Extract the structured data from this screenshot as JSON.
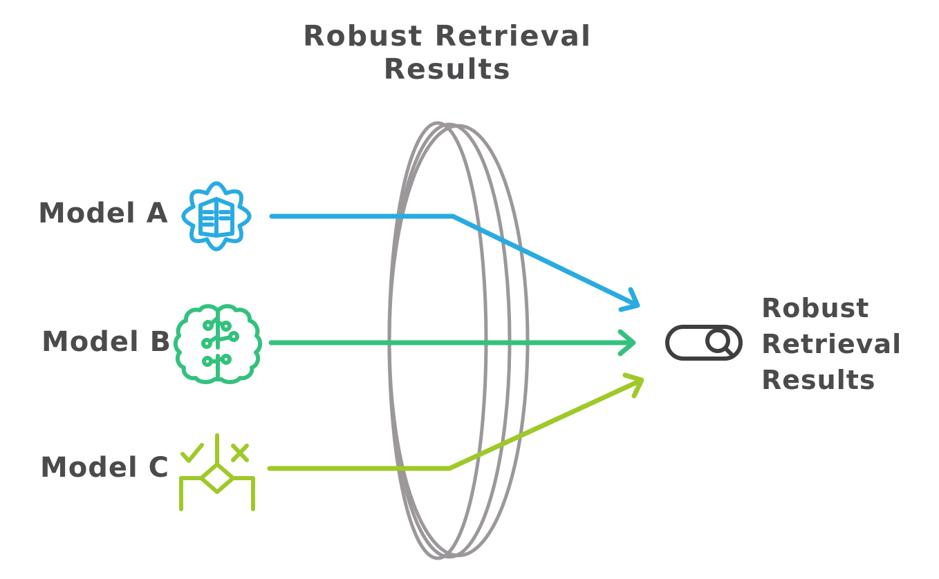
{
  "title": "Robust Retrieval Results",
  "colors": {
    "blue": "#29abe2",
    "green": "#33c17e",
    "lime": "#a0c828",
    "lens-gray": "#9b979a",
    "icon-dark": "#3f3f41",
    "text-dark": "#4b4b4d"
  },
  "models": [
    {
      "label": "Model A",
      "icon": "gear-document-icon",
      "color_key": "blue"
    },
    {
      "label": "Model B",
      "icon": "brain-circuit-icon",
      "color_key": "green"
    },
    {
      "label": "Model C",
      "icon": "decision-tree-icon",
      "color_key": "lime"
    }
  ],
  "center": {
    "icon": "lens-disc-icon",
    "color_key": "lens-gray"
  },
  "output": {
    "icon": "search-toggle-icon",
    "color_key": "icon-dark",
    "label_lines": [
      "Robust",
      "Retrieval",
      "Results"
    ]
  }
}
